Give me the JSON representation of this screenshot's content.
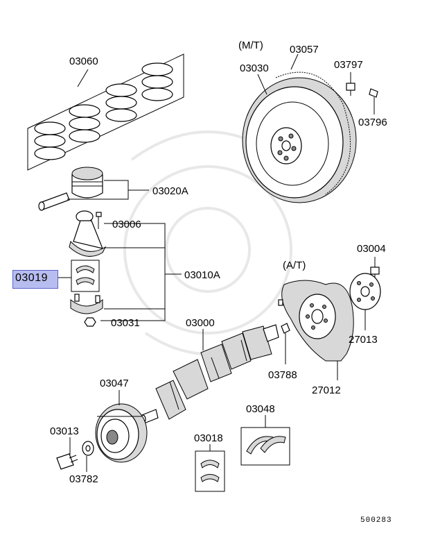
{
  "diagram": {
    "labels": {
      "p03060": "03060",
      "p03020a": "03020A",
      "p03006": "03006",
      "p03010a": "03010A",
      "p03031": "03031",
      "p03000": "03000",
      "p03047": "03047",
      "p03013": "03013",
      "p03782": "03782",
      "p03018": "03018",
      "p03048": "03048",
      "p03057": "03057",
      "p03030": "03030",
      "p03797": "03797",
      "p03796": "03796",
      "p03004": "03004",
      "p27013": "27013",
      "p03788": "03788",
      "p27012": "27012"
    },
    "mt_label": "(M/T)",
    "at_label": "(A/T)",
    "highlighted_part": "03019",
    "highlight_color": "#b8bdf0",
    "reference_number": "500283"
  }
}
